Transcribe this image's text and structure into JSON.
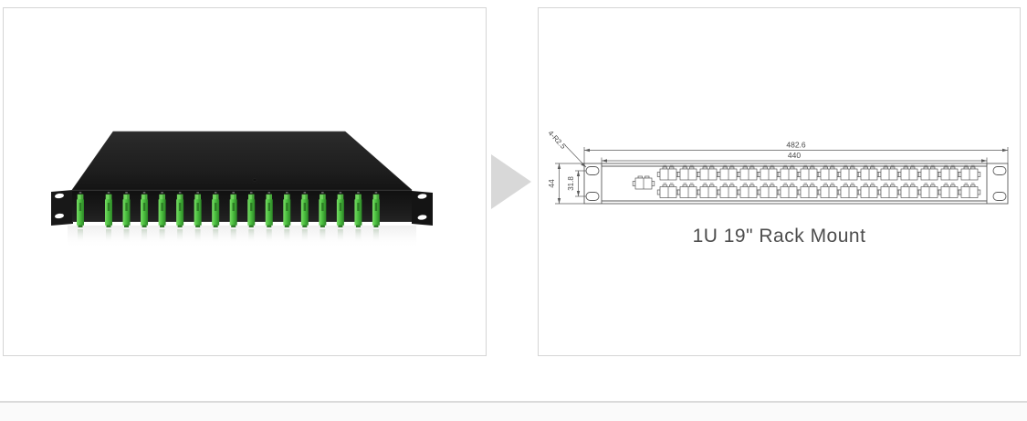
{
  "product_photo": {
    "connector_count": 17,
    "colors": {
      "chassis_top": "#272727",
      "chassis_front": "#171717",
      "connector_green": "#4bbf3f",
      "connector_highlight": "#79dd66",
      "connector_shadow": "#2c8526"
    }
  },
  "diagram": {
    "dims": {
      "overall_width": "482.6",
      "inner_width": "440",
      "height": "44",
      "slot_spacing": "31.8",
      "corner_radius": "4-R2.5"
    },
    "caption": "1U 19\" Rack Mount",
    "rows": 2,
    "adapters_per_row": 16,
    "line_color": "#5a5a5a",
    "text_color": "#4a4a4a"
  },
  "page": {
    "card_border": "#d5d5d5",
    "arrow_color": "#d8d8d8",
    "divider_color": "#dadada"
  }
}
